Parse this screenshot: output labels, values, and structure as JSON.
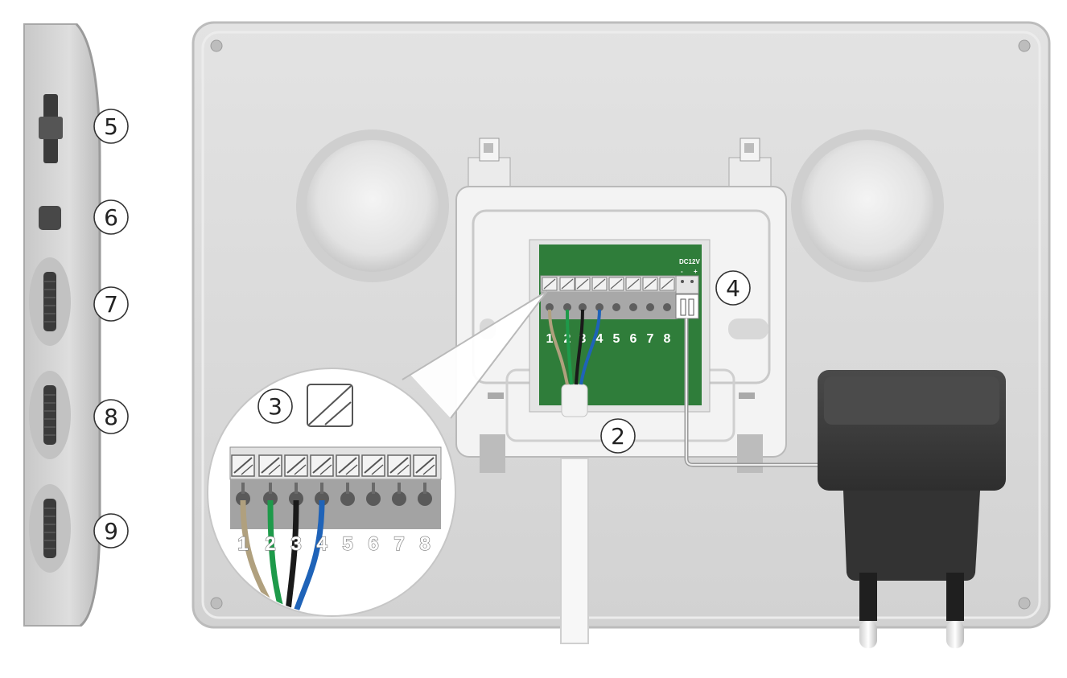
{
  "callouts": [
    {
      "id": "2",
      "label": "2"
    },
    {
      "id": "3",
      "label": "3"
    },
    {
      "id": "4",
      "label": "4"
    },
    {
      "id": "5",
      "label": "5"
    },
    {
      "id": "6",
      "label": "6"
    },
    {
      "id": "7",
      "label": "7"
    },
    {
      "id": "8",
      "label": "8"
    },
    {
      "id": "9",
      "label": "9"
    }
  ],
  "terminal_numbers": [
    "1",
    "2",
    "3",
    "4",
    "5",
    "6",
    "7",
    "8"
  ],
  "power_label": "DC12V",
  "power_polarity": [
    "-",
    "+"
  ],
  "wire_colors": {
    "1": "#b0a07e",
    "2": "#1e9a4a",
    "3": "#1a1a1a",
    "4": "#1f63b8"
  },
  "colors": {
    "housing": "#d9d9d9",
    "pcb": "#2f7d3a",
    "adapter": "#3d3d3d"
  }
}
